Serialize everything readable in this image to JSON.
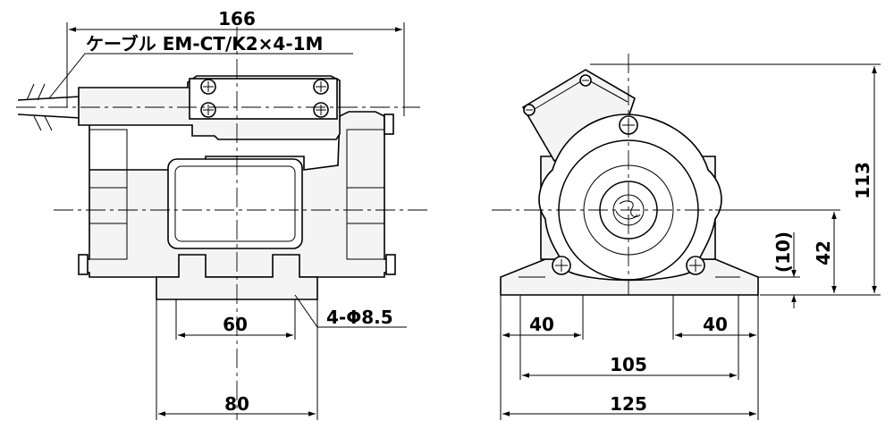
{
  "front_view": {
    "width_overall": "166",
    "cable_label": "ケーブル EM-CT/K2×4-1M",
    "hole_pitch": "60",
    "hole_spec": "4-Φ8.5",
    "base_width": "80"
  },
  "side_view": {
    "height_overall": "113",
    "shaft_height": "42",
    "base_thickness": "(10)",
    "left_offset": "40",
    "right_offset": "40",
    "hole_pitch": "105",
    "base_width": "125"
  },
  "colors": {
    "line": "#000000",
    "background": "#ffffff",
    "body_fill": "#f4f4f4"
  }
}
